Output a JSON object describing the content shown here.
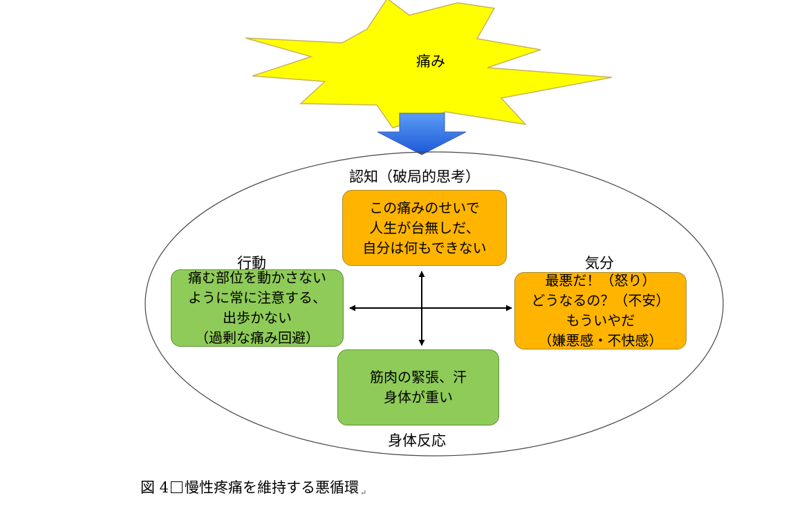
{
  "burst": {
    "label": "痛み",
    "color": "#ffff00"
  },
  "cognition": {
    "heading": "認知（破局的思考）",
    "lines": [
      "この痛みのせいで",
      "人生が台無しだ、",
      "自分は何もできない"
    ]
  },
  "mood": {
    "heading": "気分",
    "lines": [
      "最悪だ！（怒り）",
      "どうなるの？（不安）",
      "もういやだ",
      "（嫌悪感・不快感）"
    ]
  },
  "behavior": {
    "heading": "行動",
    "lines": [
      "痛む部位を動かさない",
      "ように常に注意する、",
      "出歩かない",
      "（過剰な痛み回避）"
    ]
  },
  "body": {
    "heading": "身体反応",
    "lines": [
      "筋肉の緊張、汗",
      "身体が重い"
    ]
  },
  "caption": {
    "prefix": "図 4",
    "title": "慢性疼痛を維持する悪循環",
    "return_mark": "↵"
  },
  "colors": {
    "orange_box": "#ffb400",
    "green_box": "#8fcb58",
    "arrow_blue": "#2f6fe0",
    "burst_yellow": "#ffff00"
  }
}
